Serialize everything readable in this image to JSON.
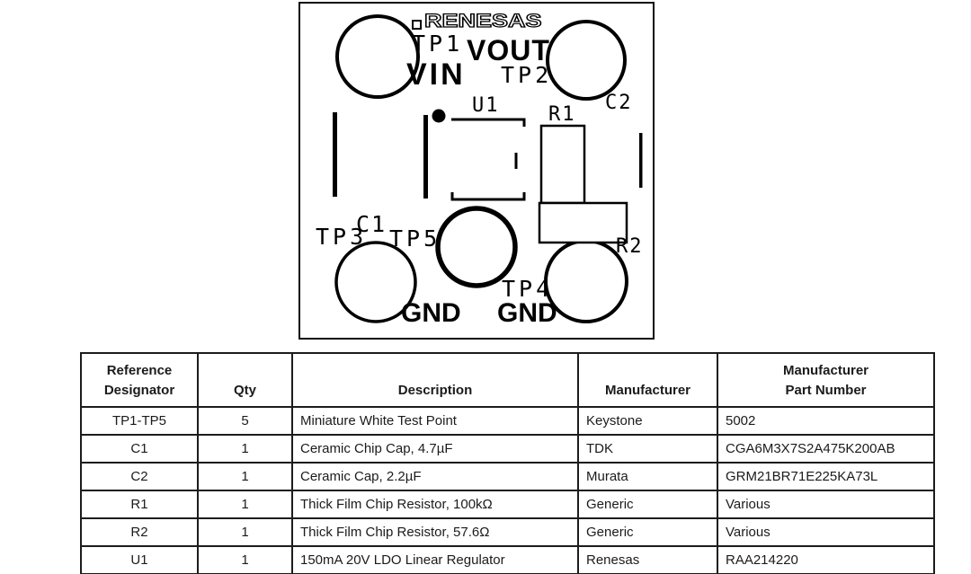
{
  "board": {
    "logo_text": "RENESAS",
    "labels": {
      "tp1": "TP1",
      "vout": "VOUT",
      "vin": "VIN",
      "tp2": "TP2",
      "c2": "C2",
      "u1": "U1",
      "r1": "R1",
      "c1": "C1",
      "tp3": "TP3",
      "tp5": "TP5",
      "tp4": "TP4",
      "r2": "R2",
      "gnd_left": "GND",
      "gnd_right": "GND"
    }
  },
  "bom": {
    "headers": {
      "ref_line1": "Reference",
      "ref_line2": "Designator",
      "qty": "Qty",
      "description": "Description",
      "manufacturer": "Manufacturer",
      "mpn_line1": "Manufacturer",
      "mpn_line2": "Part Number"
    },
    "rows": [
      {
        "ref": "TP1-TP5",
        "qty": "5",
        "description": "Miniature White Test Point",
        "manufacturer": "Keystone",
        "part_number": "5002"
      },
      {
        "ref": "C1",
        "qty": "1",
        "description": "Ceramic Chip Cap, 4.7µF",
        "manufacturer": "TDK",
        "part_number": "CGA6M3X7S2A475K200AB"
      },
      {
        "ref": "C2",
        "qty": "1",
        "description": "Ceramic Cap, 2.2µF",
        "manufacturer": "Murata",
        "part_number": "GRM21BR71E225KA73L"
      },
      {
        "ref": "R1",
        "qty": "1",
        "description": "Thick Film Chip Resistor, 100kΩ",
        "manufacturer": "Generic",
        "part_number": "Various"
      },
      {
        "ref": "R2",
        "qty": "1",
        "description": "Thick Film Chip Resistor, 57.6Ω",
        "manufacturer": "Generic",
        "part_number": "Various"
      },
      {
        "ref": "U1",
        "qty": "1",
        "description": "150mA 20V LDO Linear Regulator",
        "manufacturer": "Renesas",
        "part_number": "RAA214220"
      }
    ]
  },
  "colors": {
    "ink": "#000000",
    "table_border": "#1c1c1c",
    "background": "#ffffff"
  }
}
